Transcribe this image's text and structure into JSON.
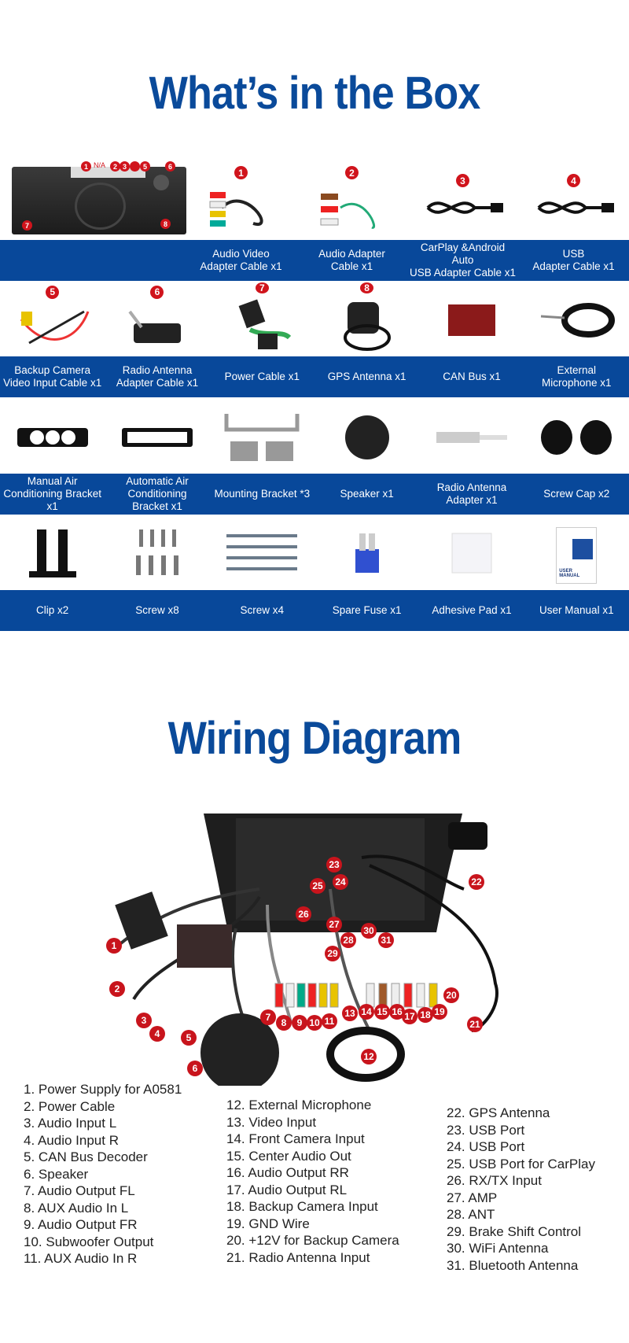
{
  "box": {
    "title": "What’s in the Box",
    "head_unit_markers": [
      "1",
      "N/A",
      "2",
      "3",
      "4",
      "5",
      "6",
      "7",
      "8"
    ],
    "row1": [
      {
        "num": "1",
        "label": "Audio Video\nAdapter Cable x1",
        "icon": "av-cable"
      },
      {
        "num": "2",
        "label": "Audio Adapter\nCable x1",
        "icon": "audio-cable"
      },
      {
        "num": "3",
        "label": "CarPlay &Android Auto\nUSB Adapter Cable x1",
        "icon": "usb-cable"
      },
      {
        "num": "4",
        "label": "USB\nAdapter Cable x1",
        "icon": "usb-cable"
      }
    ],
    "row2": [
      {
        "num": "5",
        "label": "Backup Camera\nVideo Input Cable x1",
        "icon": "camera-cable"
      },
      {
        "num": "6",
        "label": "Radio Antenna\nAdapter Cable x1",
        "icon": "antenna-cable"
      },
      {
        "num": "7",
        "label": "Power Cable x1",
        "icon": "power-cable"
      },
      {
        "num": "8",
        "label": "GPS Antenna x1",
        "icon": "gps"
      },
      {
        "num": "",
        "label": "CAN Bus x1",
        "icon": "canbus"
      },
      {
        "num": "",
        "label": "External\nMicrophone x1",
        "icon": "microphone"
      }
    ],
    "row3": [
      {
        "label": "Manual Air\nConditioning Bracket x1",
        "icon": "bracket-manual"
      },
      {
        "label": "Automatic Air\nConditioning\nBracket x1",
        "icon": "bracket-auto"
      },
      {
        "label": "Mounting Bracket *3",
        "icon": "mounting-bracket"
      },
      {
        "label": "Speaker x1",
        "icon": "speaker"
      },
      {
        "label": "Radio Antenna\nAdapter x1",
        "icon": "antenna-adapter"
      },
      {
        "label": "Screw Cap x2",
        "icon": "screw-cap"
      }
    ],
    "row4": [
      {
        "label": "Clip x2",
        "icon": "clip"
      },
      {
        "label": "Screw x8",
        "icon": "screw-short"
      },
      {
        "label": "Screw x4",
        "icon": "screw-long"
      },
      {
        "label": "Spare Fuse x1",
        "icon": "fuse"
      },
      {
        "label": "Adhesive Pad x1",
        "icon": "pad"
      },
      {
        "label": "User Manual x1",
        "icon": "manual",
        "manual_text": "USER MANUAL"
      }
    ]
  },
  "wiring": {
    "title": "Wiring Diagram",
    "col1": [
      "1. Power Supply for A0581",
      "2. Power Cable",
      "3. Audio Input L",
      "4. Audio Input R",
      "5. CAN Bus Decoder",
      "6. Speaker",
      "7. Audio Output FL",
      "8. AUX Audio In L",
      "9. Audio Output FR",
      "10. Subwoofer Output",
      "11. AUX Audio In R"
    ],
    "col2": [
      "12. External Microphone",
      "13. Video Input",
      "14. Front Camera Input",
      "15. Center Audio Out",
      "16. Audio Output RR",
      "17. Audio Output RL",
      "18. Backup Camera Input",
      "19. GND Wire",
      "20. +12V for Backup Camera",
      "21. Radio Antenna Input"
    ],
    "col3": [
      "22. GPS Antenna",
      "23. USB Port",
      "24. USB Port",
      "25. USB Port for CarPlay",
      "26. RX/TX Input",
      "27. AMP",
      "28. ANT",
      "29. Brake Shift Control",
      "30. WiFi Antenna",
      "31. Bluetooth Antenna"
    ]
  },
  "colors": {
    "brand": "#08489a",
    "marker": "#d0141c"
  }
}
